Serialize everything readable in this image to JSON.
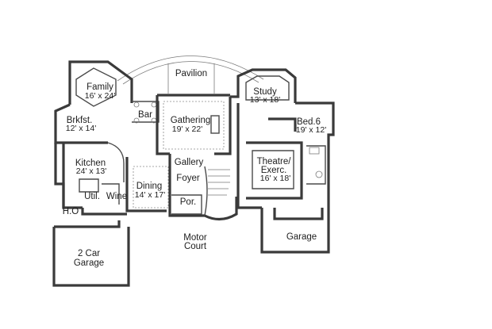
{
  "rooms": {
    "pavilion": {
      "name": "Pavilion",
      "size": ""
    },
    "family": {
      "name": "Family",
      "size": "16' x 24'"
    },
    "study": {
      "name": "Study",
      "size": "13' x 18'"
    },
    "bar": {
      "name": "Bar",
      "size": ""
    },
    "gathering": {
      "name": "Gathering",
      "size": "19' x 22'"
    },
    "brkfst": {
      "name": "Brkfst.",
      "size": "12' x 14'"
    },
    "bed6": {
      "name": "Bed.6",
      "size": "19' x 12'"
    },
    "kitchen": {
      "name": "Kitchen",
      "size": "24' x 13'"
    },
    "gallery": {
      "name": "Gallery",
      "size": ""
    },
    "theatre": {
      "name_line1": "Theatre/",
      "name_line2": "Exerc.",
      "size": "16' x 18'"
    },
    "foyer": {
      "name": "Foyer",
      "size": ""
    },
    "dining": {
      "name": "Dining",
      "size": "14' x 17'"
    },
    "util": {
      "name": "Util.",
      "size": ""
    },
    "wine": {
      "name": "Wine",
      "size": ""
    },
    "por": {
      "name": "Por.",
      "size": ""
    },
    "ho": {
      "name": "H.O",
      "size": ""
    },
    "garage_right": {
      "name": "Garage",
      "size": ""
    },
    "garage_left": {
      "name_line1": "2 Car",
      "name_line2": "Garage"
    },
    "motor_court": {
      "name_line1": "Motor",
      "name_line2": "Court"
    }
  }
}
